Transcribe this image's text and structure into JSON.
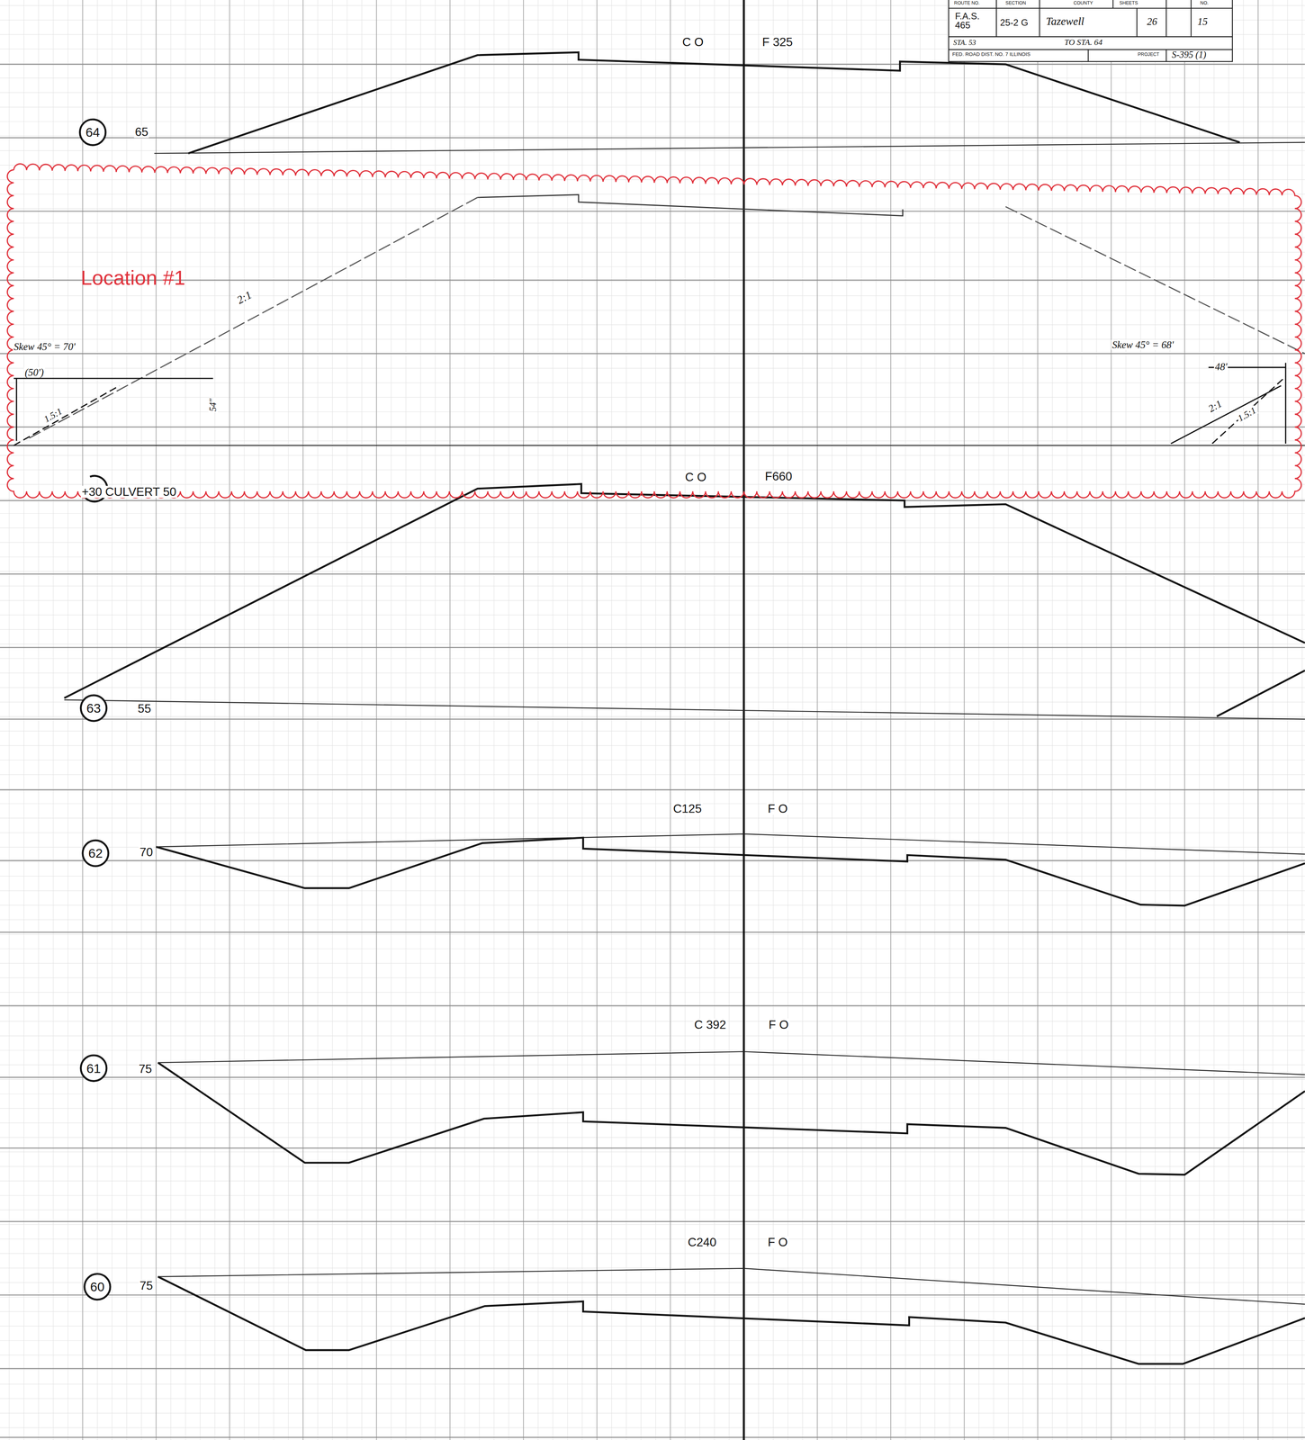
{
  "diagram": {
    "nodes": [
      {
        "text": [
          "64"
        ]
      },
      {
        "text": [
          "Location #1"
        ]
      },
      {
        "text": [
          "63"
        ]
      },
      {
        "text": [
          "62"
        ]
      },
      {
        "text": [
          "61"
        ]
      },
      {
        "text": [
          "60"
        ]
      }
    ],
    "labels": [
      "ROUTE NO.",
      "SECTION",
      "COUNTY",
      "SHEETS",
      "NO.",
      "F.A.S. 465",
      "25-2 G",
      "Tazewell",
      "26",
      "15",
      "STA. 53",
      "TO STA. 64",
      "FED. ROAD DIST. NO. 7 ILLINOIS",
      "PROJECT",
      "S-395 (1)",
      "C O",
      "F 325",
      "65",
      "2:1",
      "Skew 45° = 70'",
      "(50')",
      "1.5:1",
      "54\"",
      "Skew 45° = 68'",
      "48'",
      "2:1",
      "1.5:1",
      "C O",
      "F660",
      "+30 CULVERT 50",
      "55",
      "C125",
      "F O",
      "70",
      "C 392",
      "F O",
      "75",
      "C240",
      "F O",
      "75"
    ]
  }
}
